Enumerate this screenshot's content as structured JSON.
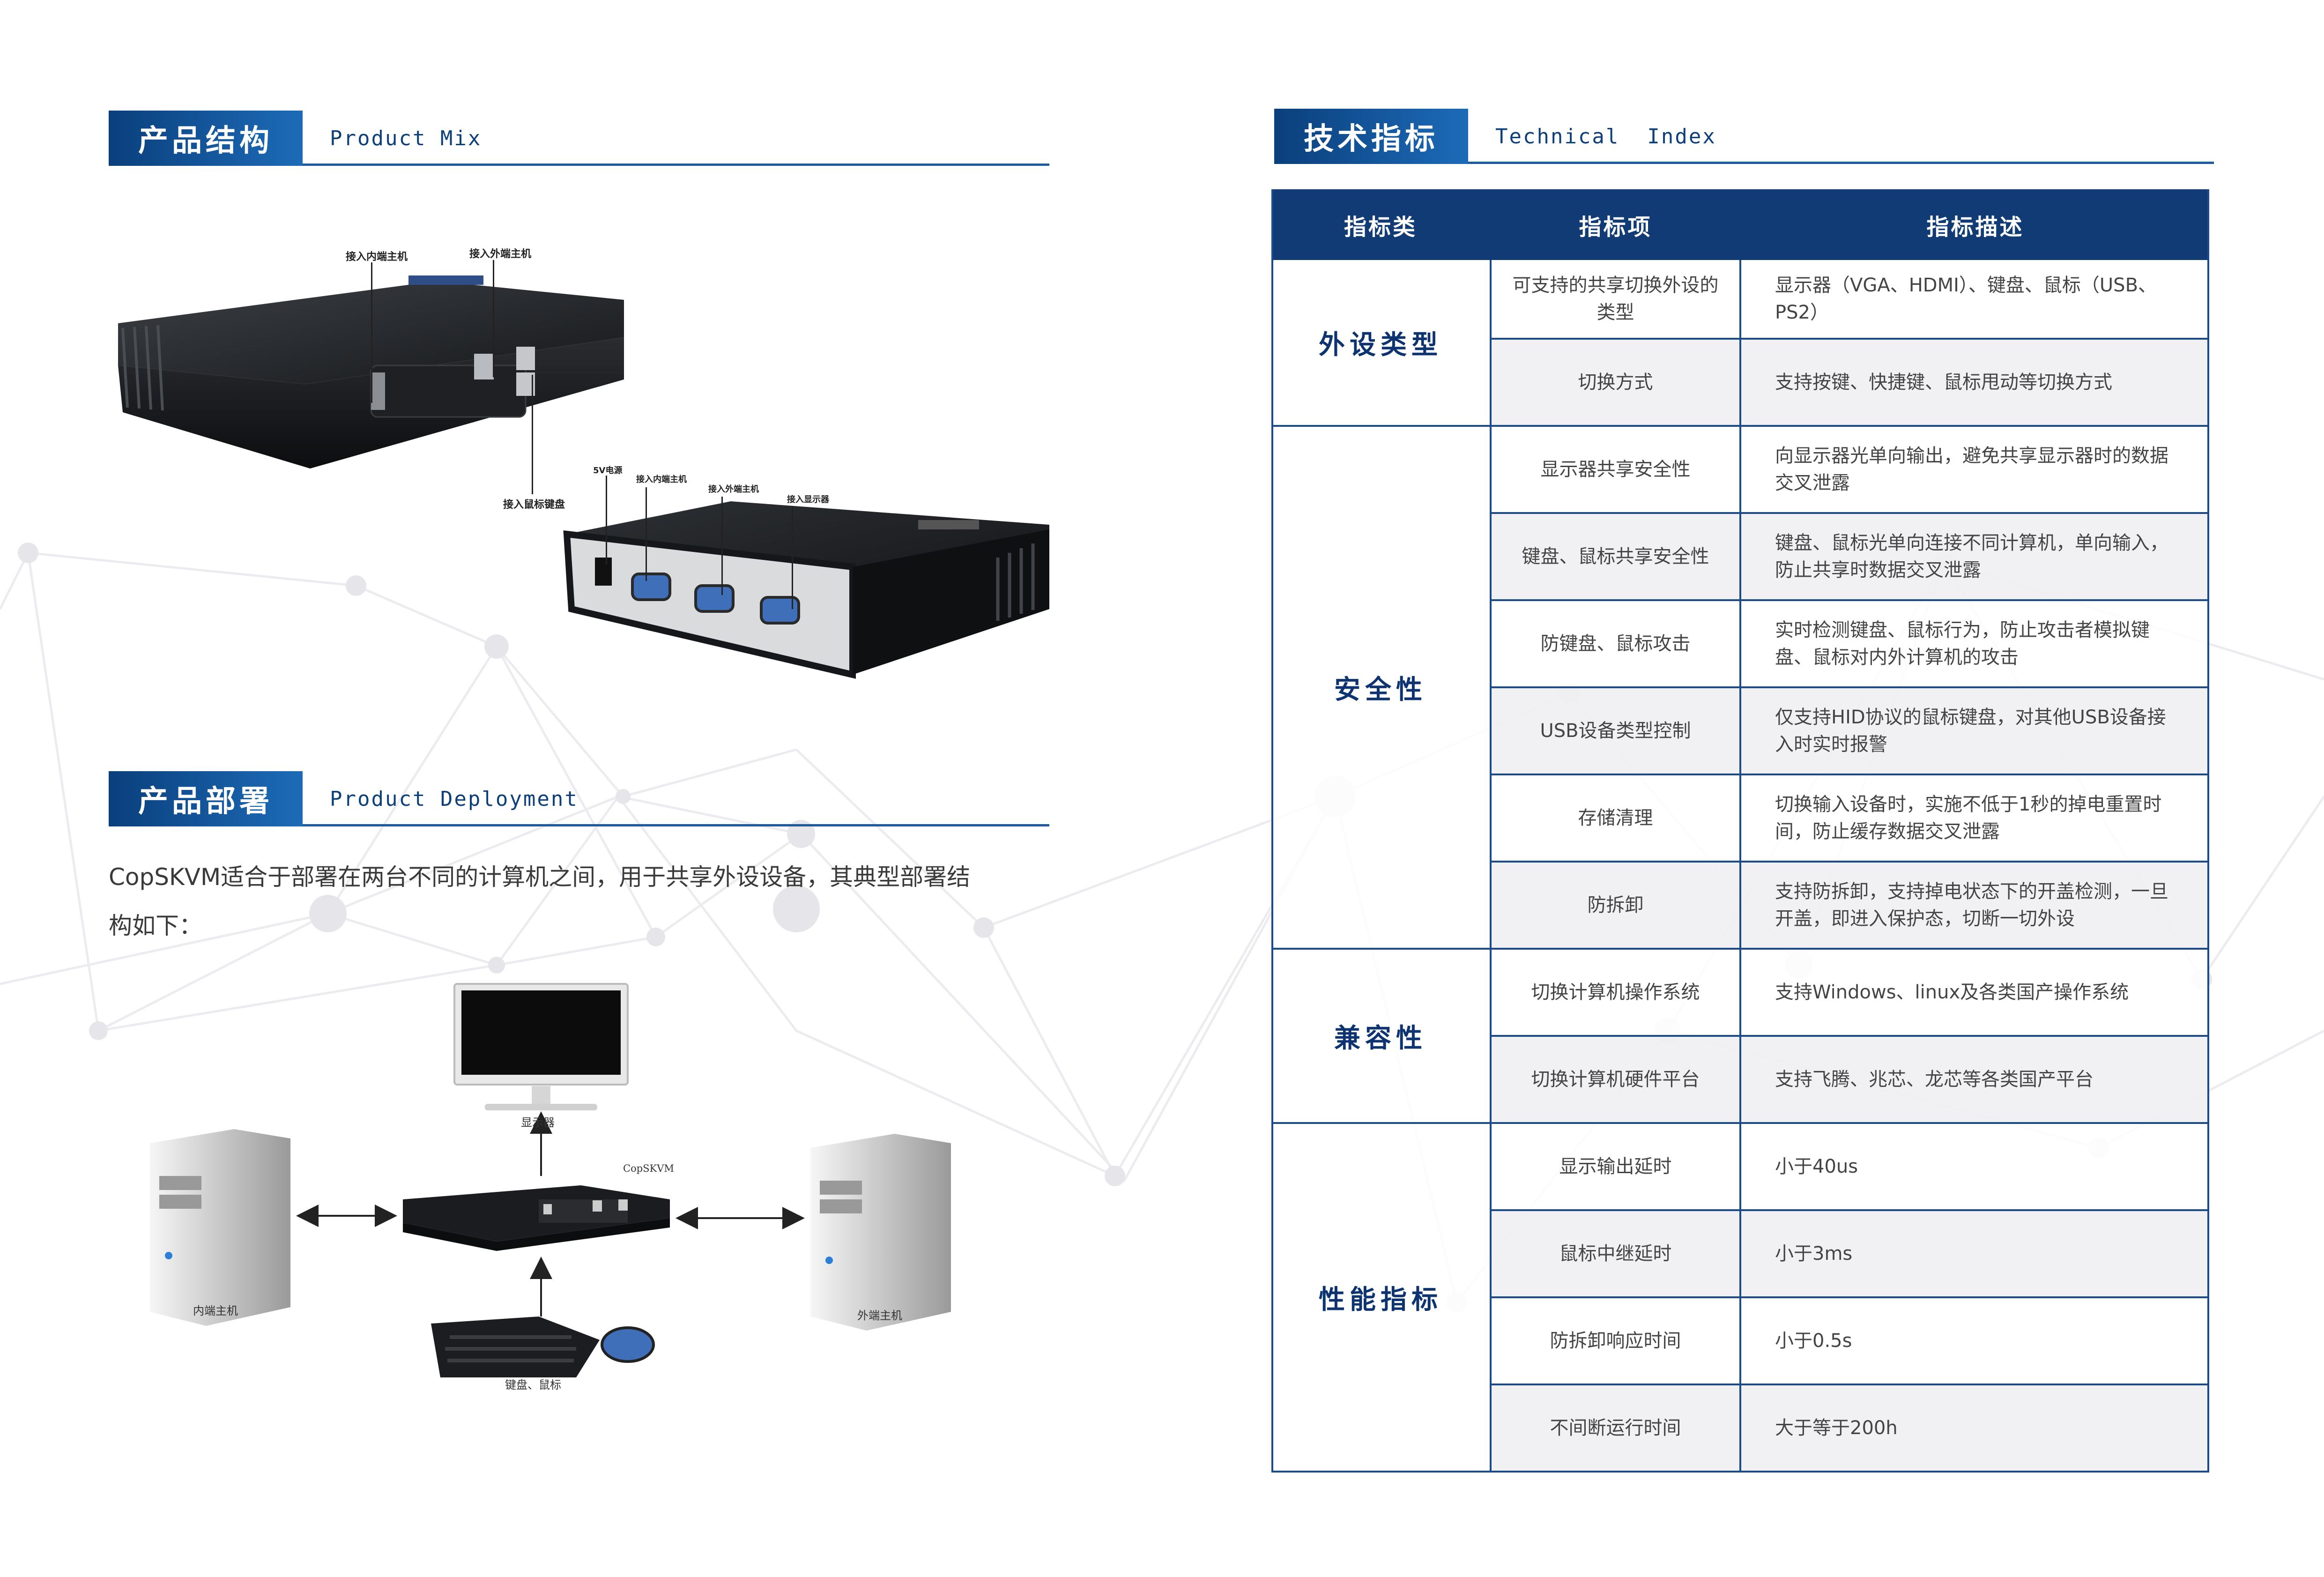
{
  "left": {
    "structure_section": {
      "title": "产品结构",
      "subtitle": "Product Mix"
    },
    "device_top_callouts": {
      "inner_host": "接入内端主机",
      "outer_host": "接入外端主机",
      "mouse_keyboard": "接入鼠标键盘"
    },
    "device_bottom_callouts": {
      "power": "5V电源",
      "inner_host": "接入内端主机",
      "outer_host": "接入外端主机",
      "display": "接入显示器"
    },
    "deployment_section": {
      "title": "产品部署",
      "subtitle": "Product Deployment"
    },
    "intro_text": "CopSKVM适合于部署在两台不同的计算机之间，用于共享外设设备，其典型部署结构如下：",
    "diagram": {
      "monitor": "显示器",
      "device": "CopSKVM",
      "inner_host": "内端主机",
      "outer_host": "外端主机",
      "peripherals": "键盘、鼠标"
    }
  },
  "right": {
    "index_section": {
      "title": "技术指标",
      "subtitle": "Technical  Index"
    },
    "table": {
      "headers": [
        "指标类",
        "指标项",
        "指标描述"
      ],
      "groups": [
        {
          "category": "外设类型",
          "rows": [
            {
              "item": "可支持的共享切换外设的类型",
              "desc": "显示器（VGA、HDMI）、键盘、鼠标（USB、PS2）"
            },
            {
              "item": "切换方式",
              "desc": "支持按键、快捷键、鼠标甩动等切换方式"
            }
          ]
        },
        {
          "category": "安全性",
          "rows": [
            {
              "item": "显示器共享安全性",
              "desc": "向显示器光单向输出，避免共享显示器时的数据交叉泄露"
            },
            {
              "item": "键盘、鼠标共享安全性",
              "desc": "键盘、鼠标光单向连接不同计算机，单向输入，防止共享时数据交叉泄露"
            },
            {
              "item": "防键盘、鼠标攻击",
              "desc": "实时检测键盘、鼠标行为，防止攻击者模拟键盘、鼠标对内外计算机的攻击"
            },
            {
              "item": "USB设备类型控制",
              "desc": "仅支持HID协议的鼠标键盘，对其他USB设备接入时实时报警"
            },
            {
              "item": "存储清理",
              "desc": "切换输入设备时，实施不低于1秒的掉电重置时间，防止缓存数据交叉泄露"
            },
            {
              "item": "防拆卸",
              "desc": "支持防拆卸，支持掉电状态下的开盖检测，一旦开盖，即进入保护态，切断一切外设"
            }
          ]
        },
        {
          "category": "兼容性",
          "rows": [
            {
              "item": "切换计算机操作系统",
              "desc": "支持Windows、linux及各类国产操作系统"
            },
            {
              "item": "切换计算机硬件平台",
              "desc": "支持飞腾、兆芯、龙芯等各类国产平台"
            }
          ]
        },
        {
          "category": "性能指标",
          "rows": [
            {
              "item": "显示输出延时",
              "desc": "小于40us"
            },
            {
              "item": "鼠标中继延时",
              "desc": "小于3ms"
            },
            {
              "item": "防拆卸响应时间",
              "desc": "小于0.5s"
            },
            {
              "item": "不间断运行时间",
              "desc": "大于等于200h"
            }
          ]
        }
      ]
    }
  },
  "colors": {
    "brand_dark": "#0a3f7c",
    "brand_light": "#1d6bb8",
    "table_header": "#113b75",
    "border": "#1c4b8c"
  }
}
